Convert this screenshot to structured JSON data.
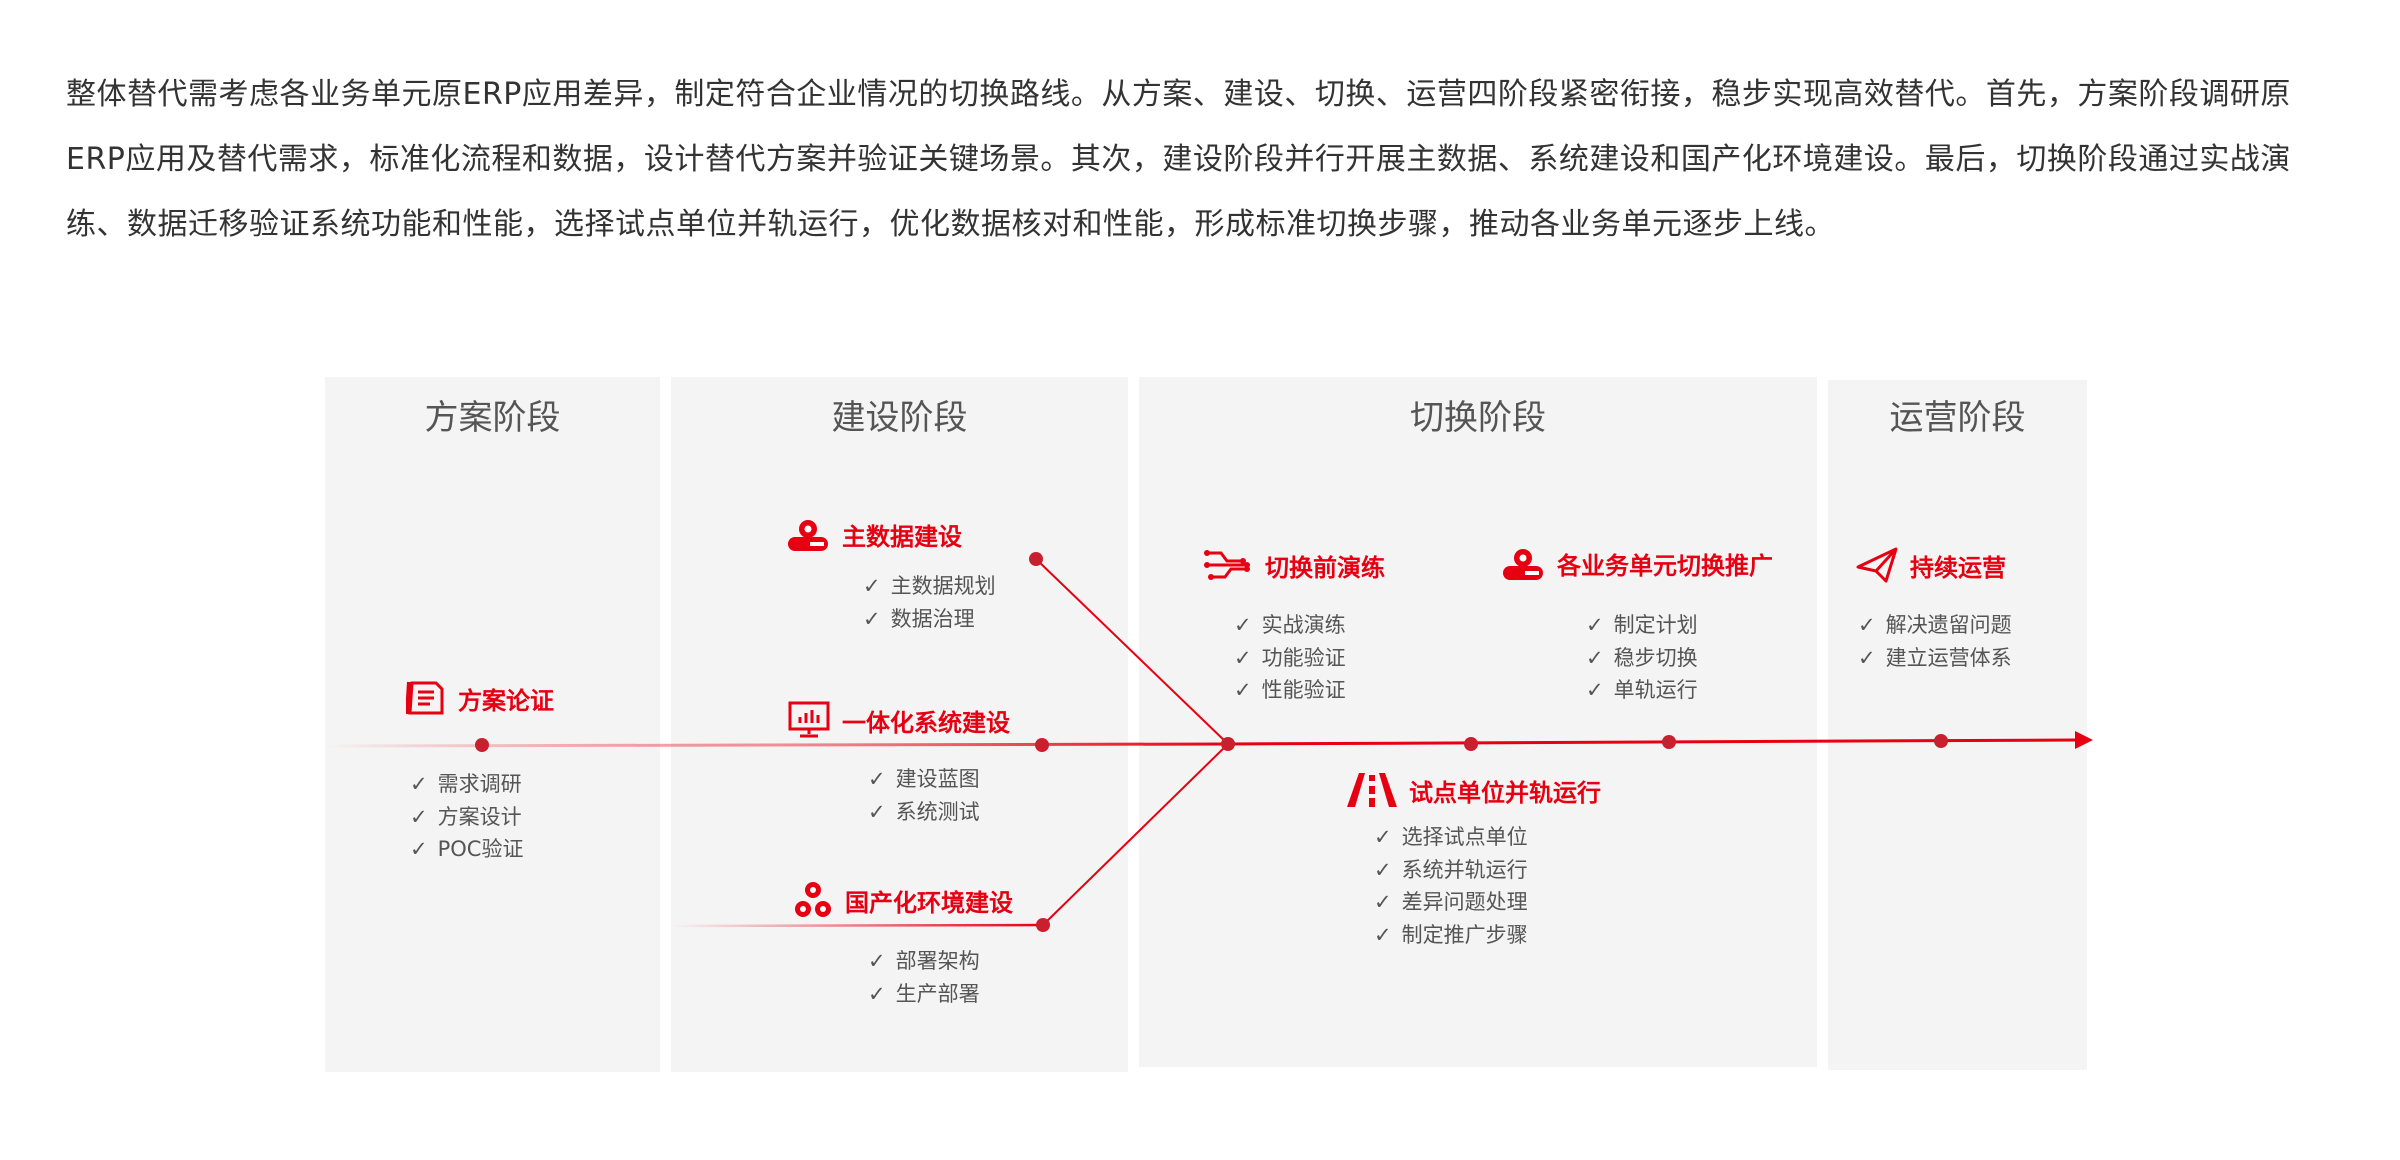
{
  "intro": "整体替代需考虑各业务单元原ERP应用差异，制定符合企业情况的切换路线。从方案、建设、切换、运营四阶段紧密衔接，稳步实现高效替代。首先，方案阶段调研原ERP应用及替代需求，标准化流程和数据，设计替代方案并验证关键场景。其次，建设阶段并行开展主数据、系统建设和国产化环境建设。最后，切换阶段通过实战演练、数据迁移验证系统功能和性能，选择试点单位并轨运行，优化数据核对和性能，形成标准切换步骤，推动各业务单元逐步上线。",
  "colors": {
    "accent": "#e60012",
    "panel": "#f4f4f4",
    "text": "#555555"
  },
  "phases": [
    {
      "title": "方案阶段"
    },
    {
      "title": "建设阶段"
    },
    {
      "title": "切换阶段"
    },
    {
      "title": "运营阶段"
    }
  ],
  "nodes": {
    "plan": {
      "label": "方案论证",
      "icon": "document-icon",
      "items": [
        "需求调研",
        "方案设计",
        "POC验证"
      ]
    },
    "masterdata": {
      "label": "主数据建设",
      "icon": "gear-server-icon",
      "items": [
        "主数据规划",
        "数据治理"
      ]
    },
    "system": {
      "label": "一体化系统建设",
      "icon": "monitor-chart-icon",
      "items": [
        "建设蓝图",
        "系统测试"
      ]
    },
    "env": {
      "label": "国产化环境建设",
      "icon": "gears-icon",
      "items": [
        "部署架构",
        "生产部署"
      ]
    },
    "drill": {
      "label": "切换前演练",
      "icon": "circuit-icon",
      "items": [
        "实战演练",
        "功能验证",
        "性能验证"
      ]
    },
    "pilot": {
      "label": "试点单位并轨运行",
      "icon": "road-icon",
      "items": [
        "选择试点单位",
        "系统并轨运行",
        "差异问题处理",
        "制定推广步骤"
      ]
    },
    "rollout": {
      "label": "各业务单元切换推广",
      "icon": "gear-server-icon",
      "items": [
        "制定计划",
        "稳步切换",
        "单轨运行"
      ]
    },
    "ops": {
      "label": "持续运营",
      "icon": "paper-plane-icon",
      "items": [
        "解决遗留问题",
        "建立运营体系"
      ]
    }
  }
}
